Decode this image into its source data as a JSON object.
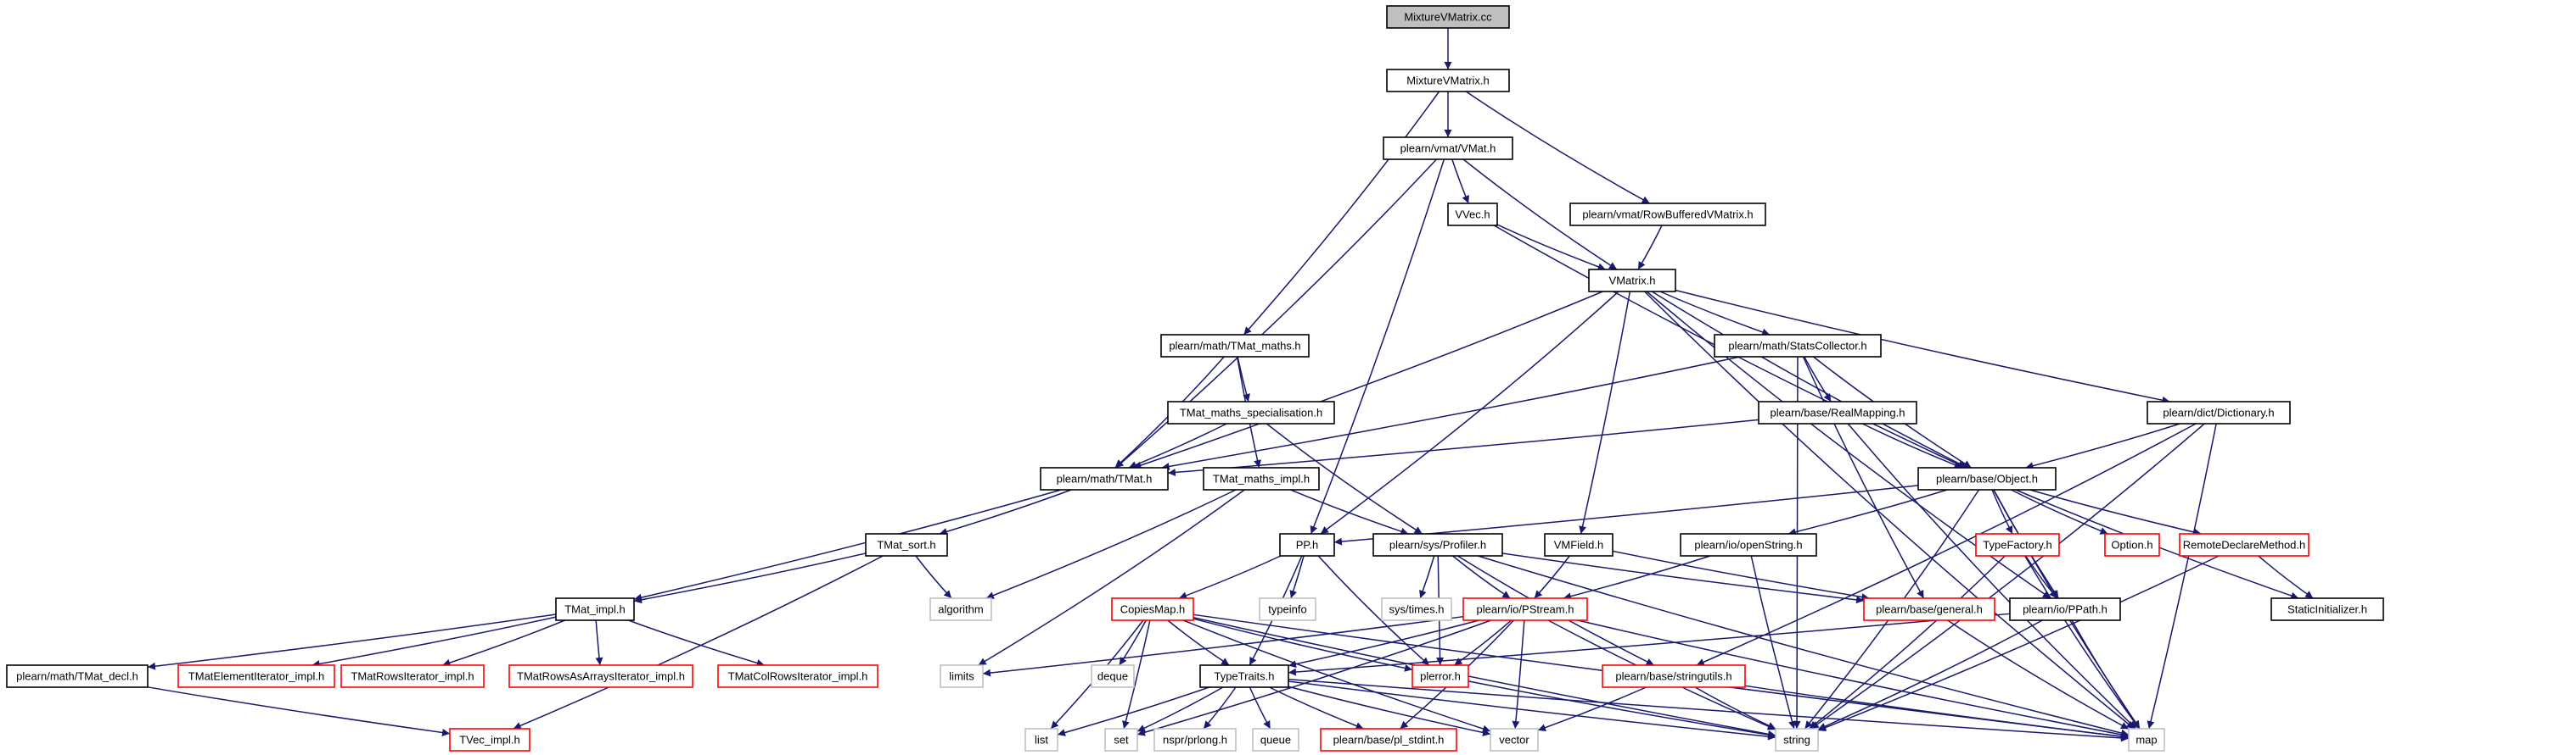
{
  "colors": {
    "edge": "#191970",
    "border_normal": "#000000",
    "border_truncated": "#ff0000",
    "border_external": "#bfbfbf",
    "fill_root": "#bfbfbf",
    "fill": "#ffffff",
    "text": "#000000"
  },
  "nodes": [
    {
      "id": "n_mixture_cc",
      "label": "MixtureVMatrix.cc",
      "style": "root"
    },
    {
      "id": "n_mixture_h",
      "label": "MixtureVMatrix.h",
      "style": "normal"
    },
    {
      "id": "n_vmat_h",
      "label": "plearn/vmat/VMat.h",
      "style": "normal"
    },
    {
      "id": "n_rowbuf",
      "label": "plearn/vmat/RowBufferedVMatrix.h",
      "style": "normal"
    },
    {
      "id": "n_vvec",
      "label": "VVec.h",
      "style": "normal"
    },
    {
      "id": "n_vmatrix",
      "label": "VMatrix.h",
      "style": "normal"
    },
    {
      "id": "n_tmat_maths",
      "label": "plearn/math/TMat_maths.h",
      "style": "normal"
    },
    {
      "id": "n_statscol",
      "label": "plearn/math/StatsCollector.h",
      "style": "normal"
    },
    {
      "id": "n_tmat_spec",
      "label": "TMat_maths_specialisation.h",
      "style": "normal"
    },
    {
      "id": "n_realmap",
      "label": "plearn/base/RealMapping.h",
      "style": "normal"
    },
    {
      "id": "n_dictionary",
      "label": "plearn/dict/Dictionary.h",
      "style": "normal"
    },
    {
      "id": "n_tmat",
      "label": "plearn/math/TMat.h",
      "style": "normal"
    },
    {
      "id": "n_tmat_impl2",
      "label": "TMat_maths_impl.h",
      "style": "normal"
    },
    {
      "id": "n_object",
      "label": "plearn/base/Object.h",
      "style": "normal"
    },
    {
      "id": "n_tmat_sort",
      "label": "TMat_sort.h",
      "style": "normal"
    },
    {
      "id": "n_pp",
      "label": "PP.h",
      "style": "normal"
    },
    {
      "id": "n_profiler",
      "label": "plearn/sys/Profiler.h",
      "style": "normal"
    },
    {
      "id": "n_vmfield",
      "label": "VMField.h",
      "style": "normal"
    },
    {
      "id": "n_openstring",
      "label": "plearn/io/openString.h",
      "style": "normal"
    },
    {
      "id": "n_typefactory",
      "label": "TypeFactory.h",
      "style": "truncated"
    },
    {
      "id": "n_option",
      "label": "Option.h",
      "style": "truncated"
    },
    {
      "id": "n_remotedecl",
      "label": "RemoteDeclareMethod.h",
      "style": "truncated"
    },
    {
      "id": "n_tmat_impl",
      "label": "TMat_impl.h",
      "style": "normal"
    },
    {
      "id": "n_algorithm",
      "label": "algorithm",
      "style": "external"
    },
    {
      "id": "n_typeinfo",
      "label": "typeinfo",
      "style": "external"
    },
    {
      "id": "n_systimes",
      "label": "sys/times.h",
      "style": "external"
    },
    {
      "id": "n_copiesmap",
      "label": "CopiesMap.h",
      "style": "truncated"
    },
    {
      "id": "n_pstream",
      "label": "plearn/io/PStream.h",
      "style": "truncated"
    },
    {
      "id": "n_general",
      "label": "plearn/base/general.h",
      "style": "truncated"
    },
    {
      "id": "n_ppath",
      "label": "plearn/io/PPath.h",
      "style": "normal"
    },
    {
      "id": "n_staticinit",
      "label": "StaticInitializer.h",
      "style": "normal"
    },
    {
      "id": "n_tmat_decl",
      "label": "plearn/math/TMat_decl.h",
      "style": "normal"
    },
    {
      "id": "n_tmatelem",
      "label": "TMatElementIterator_impl.h",
      "style": "truncated"
    },
    {
      "id": "n_tmatrows",
      "label": "TMatRowsIterator_impl.h",
      "style": "truncated"
    },
    {
      "id": "n_tmatrowsarr",
      "label": "TMatRowsAsArraysIterator_impl.h",
      "style": "truncated"
    },
    {
      "id": "n_tmatcolrows",
      "label": "TMatColRowsIterator_impl.h",
      "style": "truncated"
    },
    {
      "id": "n_limits",
      "label": "limits",
      "style": "external"
    },
    {
      "id": "n_deque",
      "label": "deque",
      "style": "external"
    },
    {
      "id": "n_typetraits",
      "label": "TypeTraits.h",
      "style": "normal"
    },
    {
      "id": "n_plerror",
      "label": "plerror.h",
      "style": "truncated"
    },
    {
      "id": "n_stringutils",
      "label": "plearn/base/stringutils.h",
      "style": "truncated"
    },
    {
      "id": "n_tvec_impl",
      "label": "TVec_impl.h",
      "style": "truncated"
    },
    {
      "id": "n_list",
      "label": "list",
      "style": "external"
    },
    {
      "id": "n_set",
      "label": "set",
      "style": "external"
    },
    {
      "id": "n_nspr",
      "label": "nspr/prlong.h",
      "style": "external"
    },
    {
      "id": "n_queue",
      "label": "queue",
      "style": "external"
    },
    {
      "id": "n_plstdint",
      "label": "plearn/base/pl_stdint.h",
      "style": "truncated"
    },
    {
      "id": "n_vector",
      "label": "vector",
      "style": "external"
    },
    {
      "id": "n_string",
      "label": "string",
      "style": "external"
    },
    {
      "id": "n_map",
      "label": "map",
      "style": "external"
    }
  ],
  "edges": [
    [
      "n_mixture_cc",
      "n_mixture_h"
    ],
    [
      "n_mixture_h",
      "n_vmat_h"
    ],
    [
      "n_mixture_h",
      "n_rowbuf"
    ],
    [
      "n_mixture_h",
      "n_tmat_maths"
    ],
    [
      "n_vmat_h",
      "n_vvec"
    ],
    [
      "n_vmat_h",
      "n_vmatrix"
    ],
    [
      "n_vmat_h",
      "n_tmat"
    ],
    [
      "n_vmat_h",
      "n_pp"
    ],
    [
      "n_rowbuf",
      "n_vmatrix"
    ],
    [
      "n_vvec",
      "n_vmatrix"
    ],
    [
      "n_vvec",
      "n_object"
    ],
    [
      "n_vmatrix",
      "n_statscol"
    ],
    [
      "n_vmatrix",
      "n_dictionary"
    ],
    [
      "n_vmatrix",
      "n_tmat"
    ],
    [
      "n_vmatrix",
      "n_pp"
    ],
    [
      "n_vmatrix",
      "n_vmfield"
    ],
    [
      "n_vmatrix",
      "n_object"
    ],
    [
      "n_vmatrix",
      "n_ppath"
    ],
    [
      "n_vmatrix",
      "n_map"
    ],
    [
      "n_tmat_maths",
      "n_tmat_spec"
    ],
    [
      "n_tmat_maths",
      "n_tmat"
    ],
    [
      "n_tmat_maths",
      "n_tmat_impl2"
    ],
    [
      "n_statscol",
      "n_realmap"
    ],
    [
      "n_statscol",
      "n_object"
    ],
    [
      "n_statscol",
      "n_tmat"
    ],
    [
      "n_statscol",
      "n_general"
    ],
    [
      "n_statscol",
      "n_string"
    ],
    [
      "n_tmat_spec",
      "n_tmat"
    ],
    [
      "n_tmat_spec",
      "n_profiler"
    ],
    [
      "n_realmap",
      "n_object"
    ],
    [
      "n_realmap",
      "n_tmat"
    ],
    [
      "n_realmap",
      "n_map"
    ],
    [
      "n_dictionary",
      "n_object"
    ],
    [
      "n_dictionary",
      "n_stringutils"
    ],
    [
      "n_dictionary",
      "n_string"
    ],
    [
      "n_dictionary",
      "n_map"
    ],
    [
      "n_tmat",
      "n_tmat_sort"
    ],
    [
      "n_tmat",
      "n_tmat_impl"
    ],
    [
      "n_tmat_impl2",
      "n_profiler"
    ],
    [
      "n_tmat_impl2",
      "n_algorithm"
    ],
    [
      "n_tmat_impl2",
      "n_limits"
    ],
    [
      "n_object",
      "n_pp"
    ],
    [
      "n_object",
      "n_openstring"
    ],
    [
      "n_object",
      "n_typefactory"
    ],
    [
      "n_object",
      "n_option"
    ],
    [
      "n_object",
      "n_remotedecl"
    ],
    [
      "n_object",
      "n_ppath"
    ],
    [
      "n_object",
      "n_staticinit"
    ],
    [
      "n_object",
      "n_string"
    ],
    [
      "n_object",
      "n_map"
    ],
    [
      "n_tmat_sort",
      "n_tmat_impl"
    ],
    [
      "n_tmat_sort",
      "n_algorithm"
    ],
    [
      "n_tmat_sort",
      "n_tvec_impl"
    ],
    [
      "n_pp",
      "n_copiesmap"
    ],
    [
      "n_pp",
      "n_typeinfo"
    ],
    [
      "n_pp",
      "n_typetraits"
    ],
    [
      "n_pp",
      "n_plerror"
    ],
    [
      "n_profiler",
      "n_systimes"
    ],
    [
      "n_profiler",
      "n_pstream"
    ],
    [
      "n_profiler",
      "n_stringutils"
    ],
    [
      "n_profiler",
      "n_general"
    ],
    [
      "n_profiler",
      "n_plerror"
    ],
    [
      "n_profiler",
      "n_map"
    ],
    [
      "n_vmfield",
      "n_pstream"
    ],
    [
      "n_vmfield",
      "n_general"
    ],
    [
      "n_openstring",
      "n_pstream"
    ],
    [
      "n_openstring",
      "n_string"
    ],
    [
      "n_typefactory",
      "n_ppath"
    ],
    [
      "n_typefactory",
      "n_string"
    ],
    [
      "n_typefactory",
      "n_map"
    ],
    [
      "n_remotedecl",
      "n_staticinit"
    ],
    [
      "n_remotedecl",
      "n_string"
    ],
    [
      "n_tmat_impl",
      "n_tmat_decl"
    ],
    [
      "n_tmat_impl",
      "n_tmatelem"
    ],
    [
      "n_tmat_impl",
      "n_tmatrows"
    ],
    [
      "n_tmat_impl",
      "n_tmatrowsarr"
    ],
    [
      "n_tmat_impl",
      "n_tmatcolrows"
    ],
    [
      "n_tmat_decl",
      "n_tvec_impl"
    ],
    [
      "n_copiesmap",
      "n_typetraits"
    ],
    [
      "n_copiesmap",
      "n_plerror"
    ],
    [
      "n_copiesmap",
      "n_deque"
    ],
    [
      "n_copiesmap",
      "n_list"
    ],
    [
      "n_copiesmap",
      "n_set"
    ],
    [
      "n_copiesmap",
      "n_vector"
    ],
    [
      "n_copiesmap",
      "n_string"
    ],
    [
      "n_copiesmap",
      "n_map"
    ],
    [
      "n_pstream",
      "n_plerror"
    ],
    [
      "n_pstream",
      "n_typetraits"
    ],
    [
      "n_pstream",
      "n_limits"
    ],
    [
      "n_pstream",
      "n_plstdint"
    ],
    [
      "n_pstream",
      "n_string"
    ],
    [
      "n_pstream",
      "n_map"
    ],
    [
      "n_pstream",
      "n_set"
    ],
    [
      "n_pstream",
      "n_vector"
    ],
    [
      "n_general",
      "n_map"
    ],
    [
      "n_ppath",
      "n_typetraits"
    ],
    [
      "n_ppath",
      "n_string"
    ],
    [
      "n_ppath",
      "n_map"
    ],
    [
      "n_typetraits",
      "n_list"
    ],
    [
      "n_typetraits",
      "n_set"
    ],
    [
      "n_typetraits",
      "n_nspr"
    ],
    [
      "n_typetraits",
      "n_queue"
    ],
    [
      "n_typetraits",
      "n_plstdint"
    ],
    [
      "n_typetraits",
      "n_vector"
    ],
    [
      "n_typetraits",
      "n_string"
    ],
    [
      "n_typetraits",
      "n_map"
    ],
    [
      "n_plerror",
      "n_string"
    ],
    [
      "n_stringutils",
      "n_vector"
    ],
    [
      "n_stringutils",
      "n_string"
    ],
    [
      "n_stringutils",
      "n_map"
    ]
  ]
}
